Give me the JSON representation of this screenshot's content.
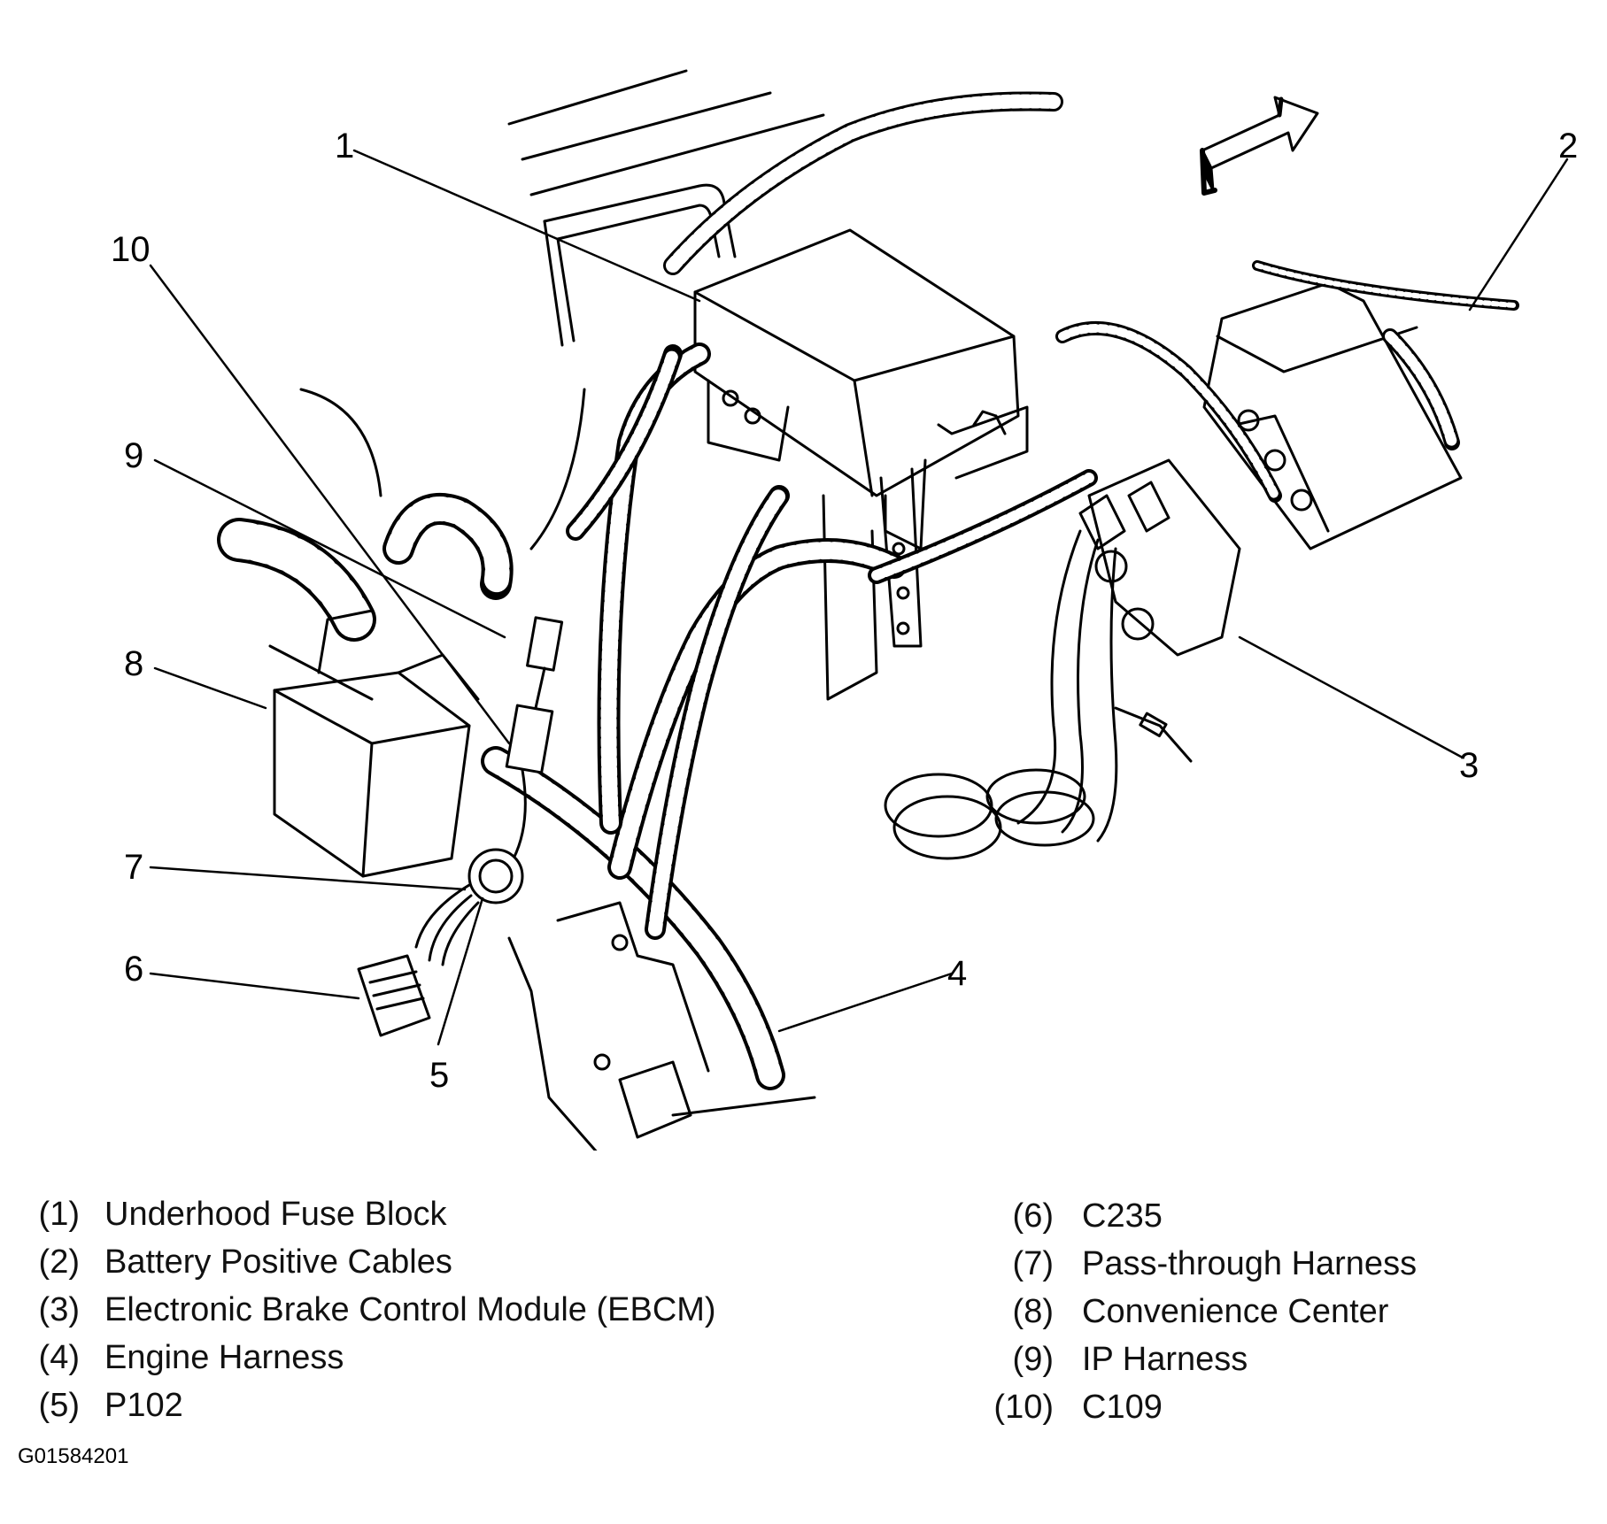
{
  "callouts": {
    "c1": "1",
    "c2": "2",
    "c3": "3",
    "c4": "4",
    "c5": "5",
    "c6": "6",
    "c7": "7",
    "c8": "8",
    "c9": "9",
    "c10": "10"
  },
  "legend_left": [
    {
      "num": "(1)",
      "text": "Underhood Fuse Block"
    },
    {
      "num": "(2)",
      "text": "Battery Positive Cables"
    },
    {
      "num": "(3)",
      "text": "Electronic Brake Control Module (EBCM)"
    },
    {
      "num": "(4)",
      "text": "Engine Harness"
    },
    {
      "num": "(5)",
      "text": "P102"
    }
  ],
  "legend_right": [
    {
      "num": "(6)",
      "text": "C235"
    },
    {
      "num": "(7)",
      "text": "Pass-through Harness"
    },
    {
      "num": "(8)",
      "text": "Convenience Center"
    },
    {
      "num": "(9)",
      "text": "IP Harness"
    },
    {
      "num": "(10)",
      "text": "C109"
    }
  ],
  "figure_id": "G01584201",
  "colors": {
    "line": "#000000",
    "background": "#ffffff"
  }
}
